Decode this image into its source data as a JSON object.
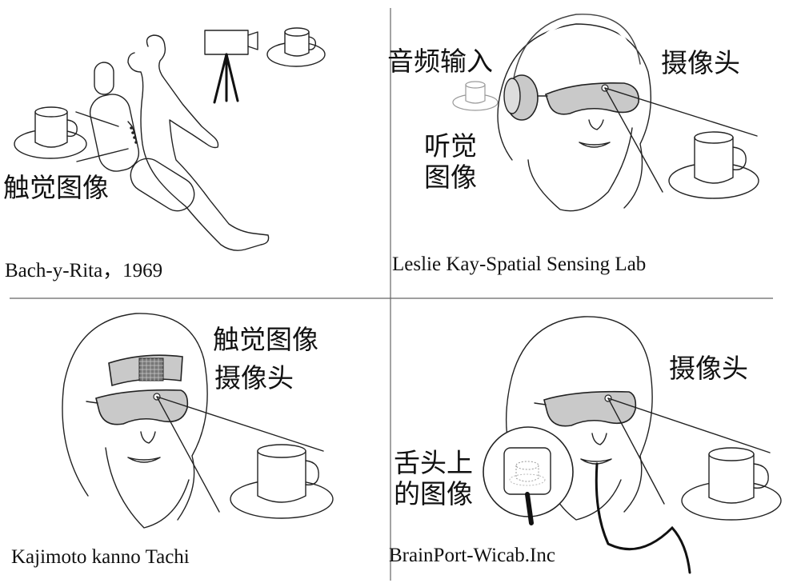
{
  "panels": {
    "bach": {
      "tactile_label": "触觉图像",
      "caption": "Bach-y-Rita，1969"
    },
    "kay": {
      "audio_label": "音频输入",
      "camera_label": "摄像头",
      "auditory_line1": "听觉",
      "auditory_line2": "图像",
      "caption": "Leslie Kay-Spatial Sensing Lab"
    },
    "kajimoto": {
      "tactile_label": "触觉图像",
      "camera_label": "摄像头",
      "caption": "Kajimoto kanno Tachi"
    },
    "brainport": {
      "camera_label": "摄像头",
      "tongue_line1": "舌头上",
      "tongue_line2": "的图像",
      "caption": "BrainPort-Wicab.Inc"
    }
  }
}
